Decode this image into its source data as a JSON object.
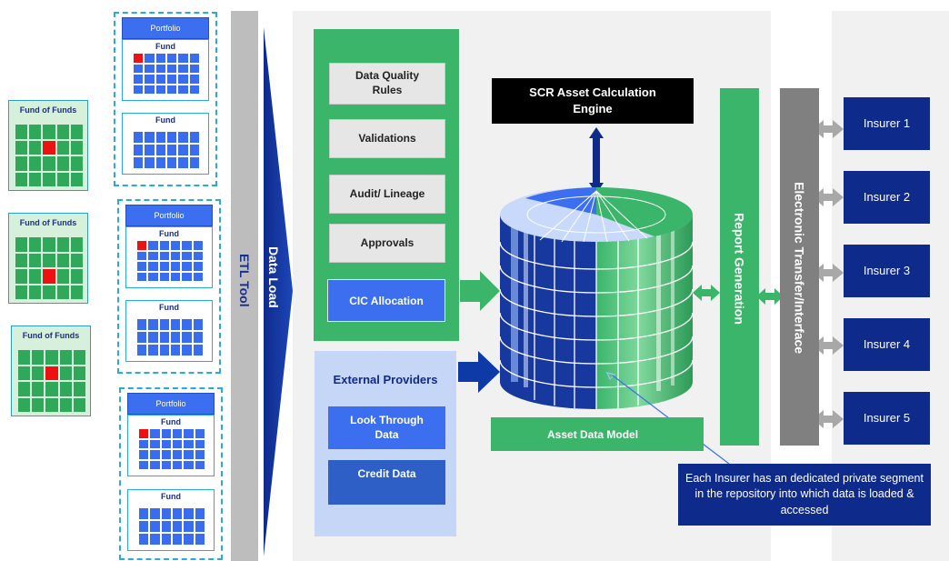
{
  "fund_of_funds": [
    {
      "title": "Fund of Funds"
    },
    {
      "title": "Fund of Funds"
    },
    {
      "title": "Fund of Funds"
    }
  ],
  "portfolios": [
    {
      "header": "Portfolio",
      "funds": [
        {
          "title": "Fund"
        },
        {
          "title": "Fund"
        }
      ]
    },
    {
      "header": "Portfolio",
      "funds": [
        {
          "title": "Fund"
        },
        {
          "title": "Fund"
        }
      ]
    },
    {
      "header": "Portfolio",
      "funds": [
        {
          "title": "Fund"
        },
        {
          "title": "Fund"
        }
      ]
    }
  ],
  "etl_tool": {
    "label": "ETL Tool"
  },
  "data_load": {
    "label": "Data Load"
  },
  "controls": {
    "data_quality": "Data Quality Rules",
    "validations": "Validations",
    "audit_lineage": "Audit/ Lineage",
    "approvals": "Approvals",
    "cic_allocation": "CIC Allocation"
  },
  "external_providers": {
    "title": "External Providers",
    "look_through": "Look Through Data",
    "credit_data": "Credit Data"
  },
  "scr_engine": {
    "label": "SCR Asset Calculation Engine"
  },
  "asset_data_model": {
    "label": "Asset Data Model"
  },
  "report_generation": {
    "label": "Report Generation"
  },
  "electronic_transfer": {
    "label": "Electronic Transfer/Interface"
  },
  "insurers": [
    {
      "label": "Insurer 1"
    },
    {
      "label": "Insurer 2"
    },
    {
      "label": "Insurer 3"
    },
    {
      "label": "Insurer 4"
    },
    {
      "label": "Insurer 5"
    }
  ],
  "callout": {
    "text": "Each Insurer has an dedicated private segment in the repository into which data is loaded & accessed"
  },
  "colors": {
    "green": "#3ab56a",
    "blue": "#3b6ff0",
    "navy": "#0e2b8c",
    "grey": "#808080",
    "red": "#ee1111"
  }
}
